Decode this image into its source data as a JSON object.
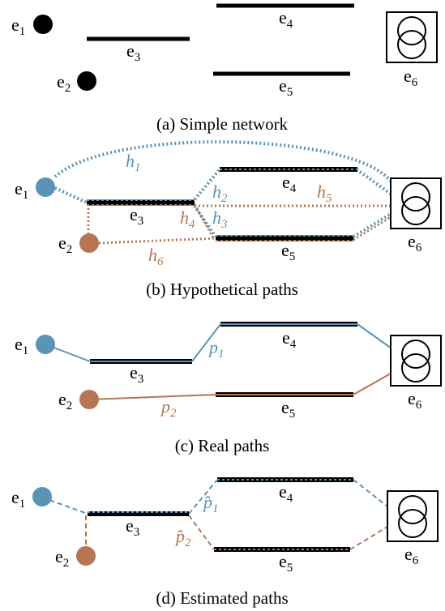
{
  "colors": {
    "blue": "#5b93b4",
    "orange": "#b47653",
    "black": "#000000"
  },
  "nodes": {
    "e1": {
      "base": "e",
      "sub": "1"
    },
    "e2": {
      "base": "e",
      "sub": "2"
    },
    "e3": {
      "base": "e",
      "sub": "3"
    },
    "e4": {
      "base": "e",
      "sub": "4"
    },
    "e5": {
      "base": "e",
      "sub": "5"
    },
    "e6": {
      "base": "e",
      "sub": "6"
    }
  },
  "captions": {
    "a": "(a) Simple network",
    "b": "(b) Hypothetical paths",
    "c": "(c) Real paths",
    "d": "(d) Estimated paths"
  },
  "paths": {
    "h1": {
      "base": "h",
      "sub": "1"
    },
    "h2": {
      "base": "h",
      "sub": "2"
    },
    "h3": {
      "base": "h",
      "sub": "3"
    },
    "h4": {
      "base": "h",
      "sub": "4"
    },
    "h5": {
      "base": "h",
      "sub": "5"
    },
    "h6": {
      "base": "h",
      "sub": "6"
    },
    "p1": {
      "base": "p",
      "sub": "1"
    },
    "p2": {
      "base": "p",
      "sub": "2"
    },
    "phat1": {
      "base": "p̂",
      "sub": "1"
    },
    "phat2": {
      "base": "p̂",
      "sub": "2"
    }
  }
}
